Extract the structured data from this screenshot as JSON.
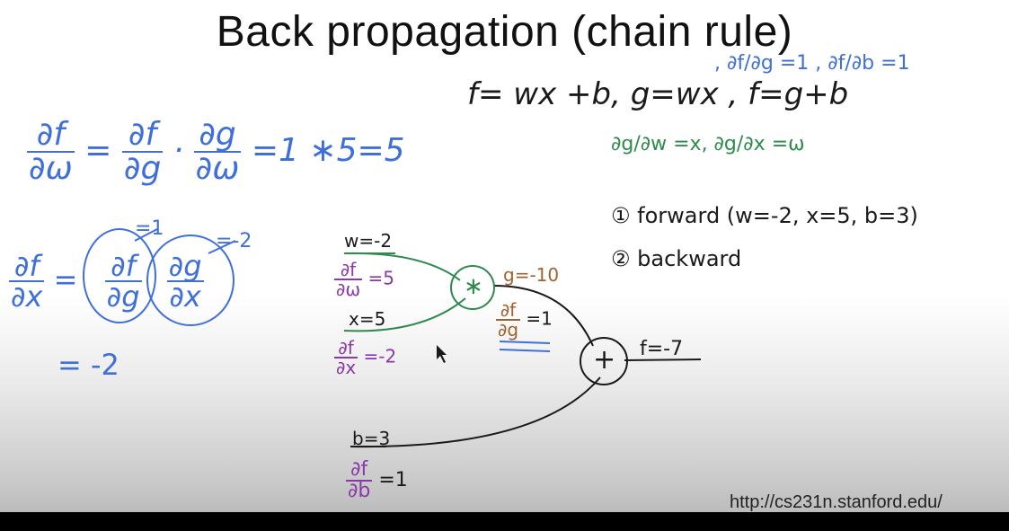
{
  "title": "Back propagation (chain rule)",
  "source_url": "http://cs231n.stanford.edu/",
  "definitions": {
    "main": "f= wx +b, g=wx , f=g+b",
    "local_grad_f": ", ∂f/∂g =1 , ∂f/∂b =1",
    "local_grad_g": "∂g/∂w =x, ∂g/∂x =ω"
  },
  "steps": [
    {
      "marker": "①",
      "text": "forward (w=-2, x=5, b=3)"
    },
    {
      "marker": "②",
      "text": "backward"
    }
  ],
  "chain_rule_w": {
    "lhs_num": "∂f",
    "lhs_den": "∂ω",
    "eq": "=",
    "t1_num": "∂f",
    "t1_den": "∂g",
    "dot": "·",
    "t2_num": "∂g",
    "t2_den": "∂ω",
    "rhs": "=1 ∗5=5"
  },
  "chain_rule_x": {
    "lhs_num": "∂f",
    "lhs_den": "∂x",
    "eq": "=",
    "t1_num": "∂f",
    "t1_den": "∂g",
    "t2_num": "∂g",
    "t2_den": "∂x",
    "note_1": "=1",
    "note_2": "=-2",
    "result": "= -2"
  },
  "graph": {
    "inputs": {
      "w": "w=-2",
      "x": "x=5",
      "b": "b=3"
    },
    "grads": {
      "df_dw_num": "∂f",
      "df_dw_den": "∂ω",
      "df_dw_val": "=5",
      "df_dx_num": "∂f",
      "df_dx_den": "∂x",
      "df_dx_val": "=-2",
      "df_db_num": "∂f",
      "df_db_den": "∂b",
      "df_db_val": "=1",
      "df_dg_num": "∂f",
      "df_dg_den": "∂g",
      "df_dg_val": "=1"
    },
    "nodes": {
      "mult": "∗",
      "add": "+"
    },
    "outputs": {
      "g": "g=-10",
      "f": "f=-7"
    }
  },
  "colors": {
    "blue": "#3f6fd8",
    "green": "#2f8a4e",
    "purple": "#8a3aa8",
    "brown": "#a0622e",
    "ink": "#1a1a1a"
  }
}
